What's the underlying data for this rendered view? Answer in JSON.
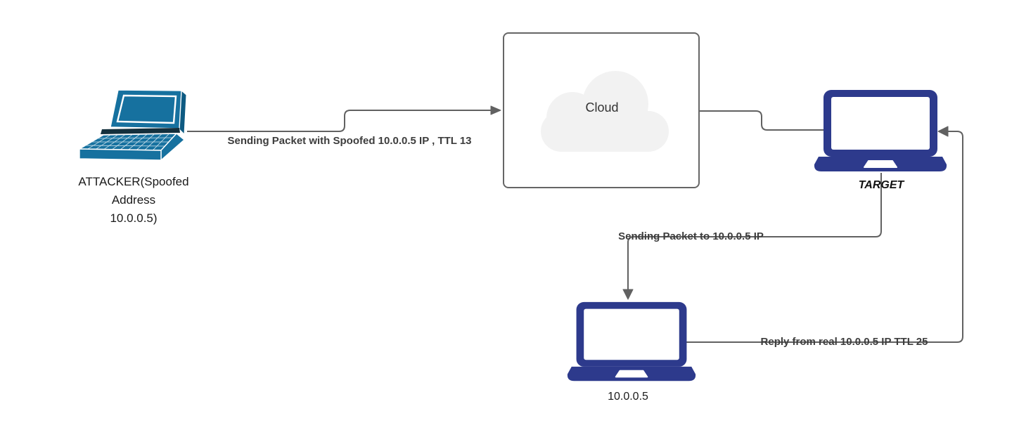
{
  "colors": {
    "canvas-bg": "#ffffff",
    "connector": "#616161",
    "edge-label": "#3d3d3d",
    "node-label": "#1a1a1a",
    "navy": "#2d3a8c",
    "teal": "#16719f",
    "teal-dark": "#0d5a82",
    "teal-darker": "#14303d",
    "cloud-fill": "#f2f2f2",
    "box-border": "#666666",
    "cloud-text": "#333333"
  },
  "nodes": {
    "attacker": {
      "label": "ATTACKER(Spoofed\nAddress\n10.0.0.5)",
      "icon": "laptop-3d-icon"
    },
    "cloud": {
      "label": "Cloud",
      "icon": "cloud-icon"
    },
    "target": {
      "label": "TARGET",
      "icon": "laptop-icon"
    },
    "real_host": {
      "label": "10.0.0.5",
      "icon": "laptop-icon"
    }
  },
  "edges": {
    "attacker_to_cloud": {
      "label": "Sending Packet with Spoofed 10.0.0.5 IP , TTL 13"
    },
    "cloud_to_target": {
      "label": ""
    },
    "target_to_real": {
      "label": "Sending Packet to 10.0.0.5 IP"
    },
    "real_to_target": {
      "label": "Reply from real 10.0.0.5 IP TTL 25"
    }
  }
}
